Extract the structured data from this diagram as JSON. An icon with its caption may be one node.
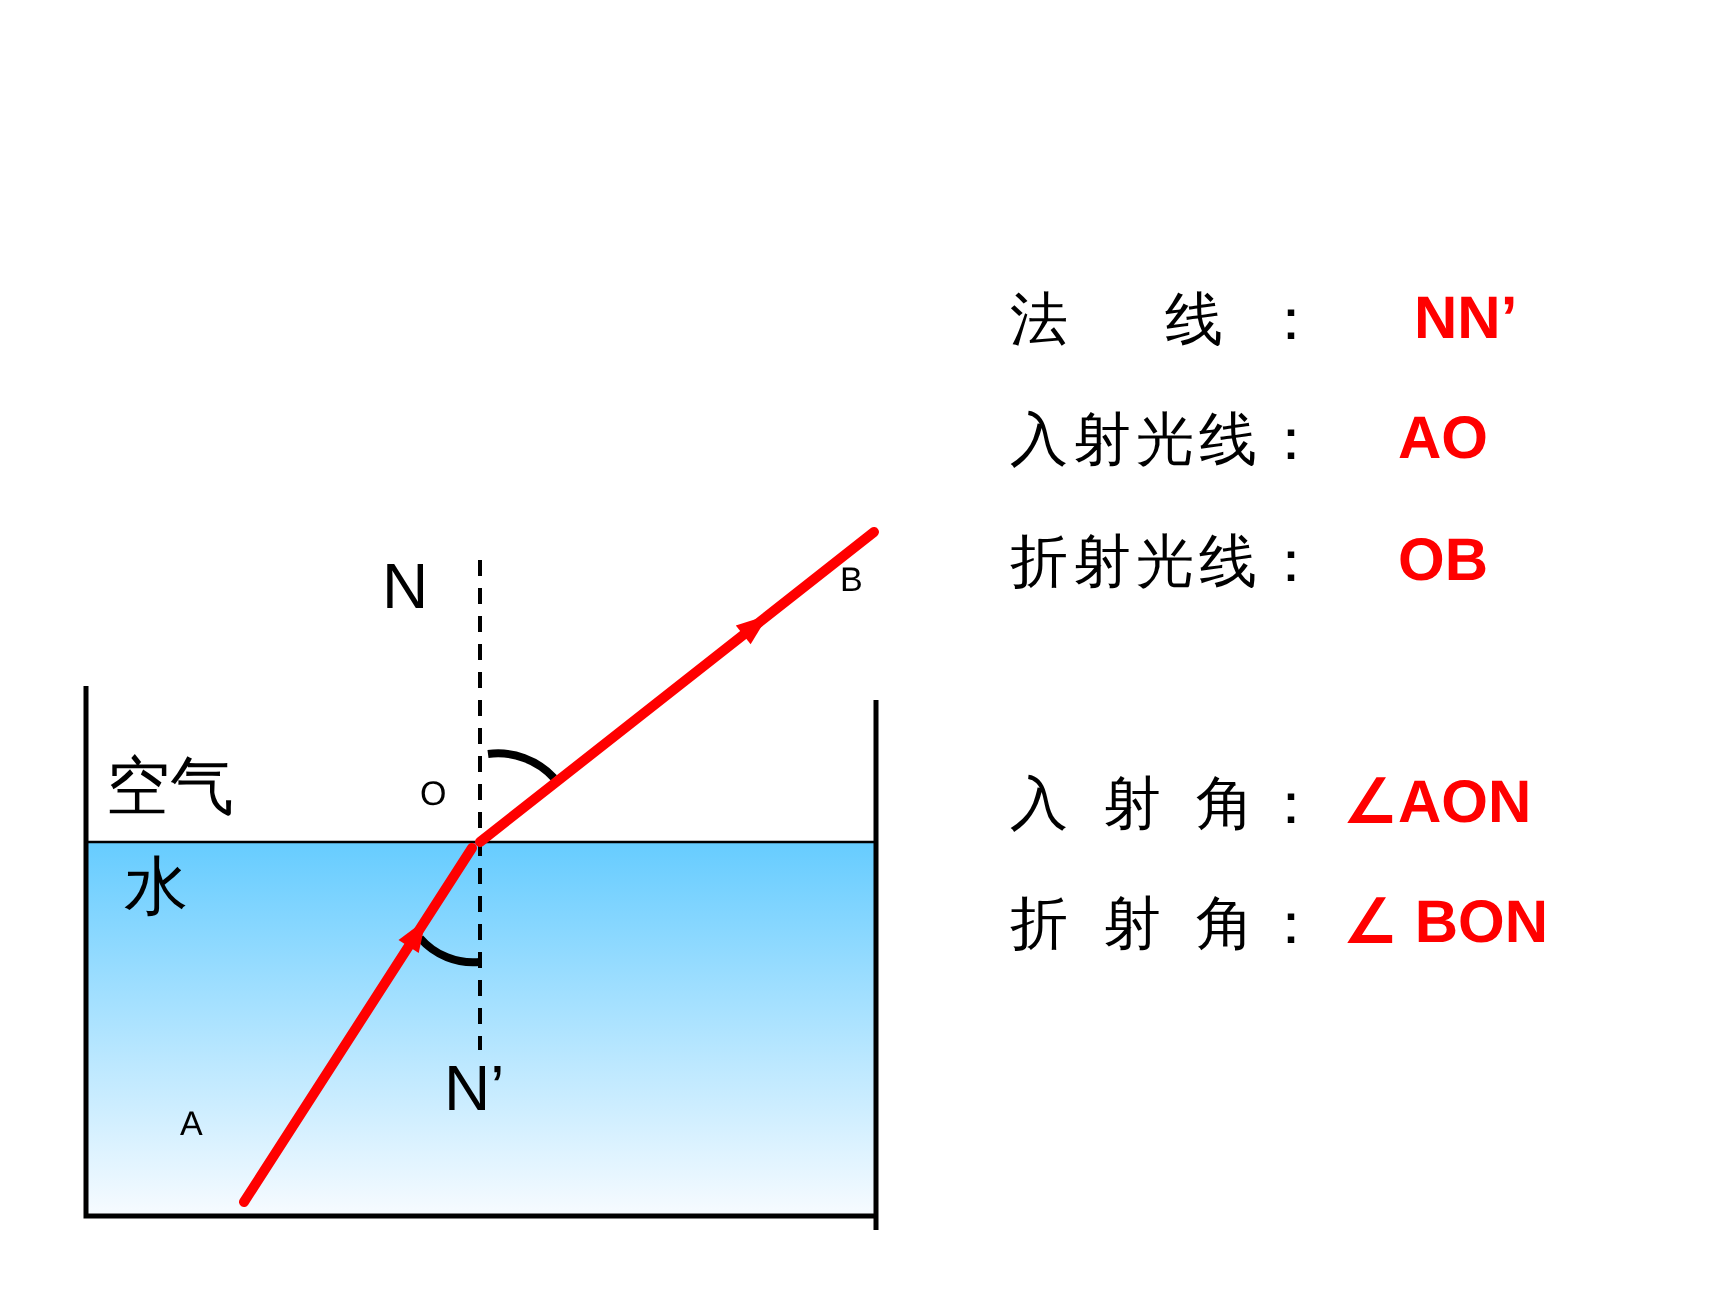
{
  "diagram": {
    "labels": [
      "法 线：",
      "NN’",
      "入射光线：",
      "AO",
      "折射光线：",
      "OB",
      "N",
      "B",
      "空气",
      "O",
      "水",
      "入 射 角：",
      "∠AON",
      "折 射 角：",
      "∠ BON",
      "N’",
      "A"
    ]
  }
}
